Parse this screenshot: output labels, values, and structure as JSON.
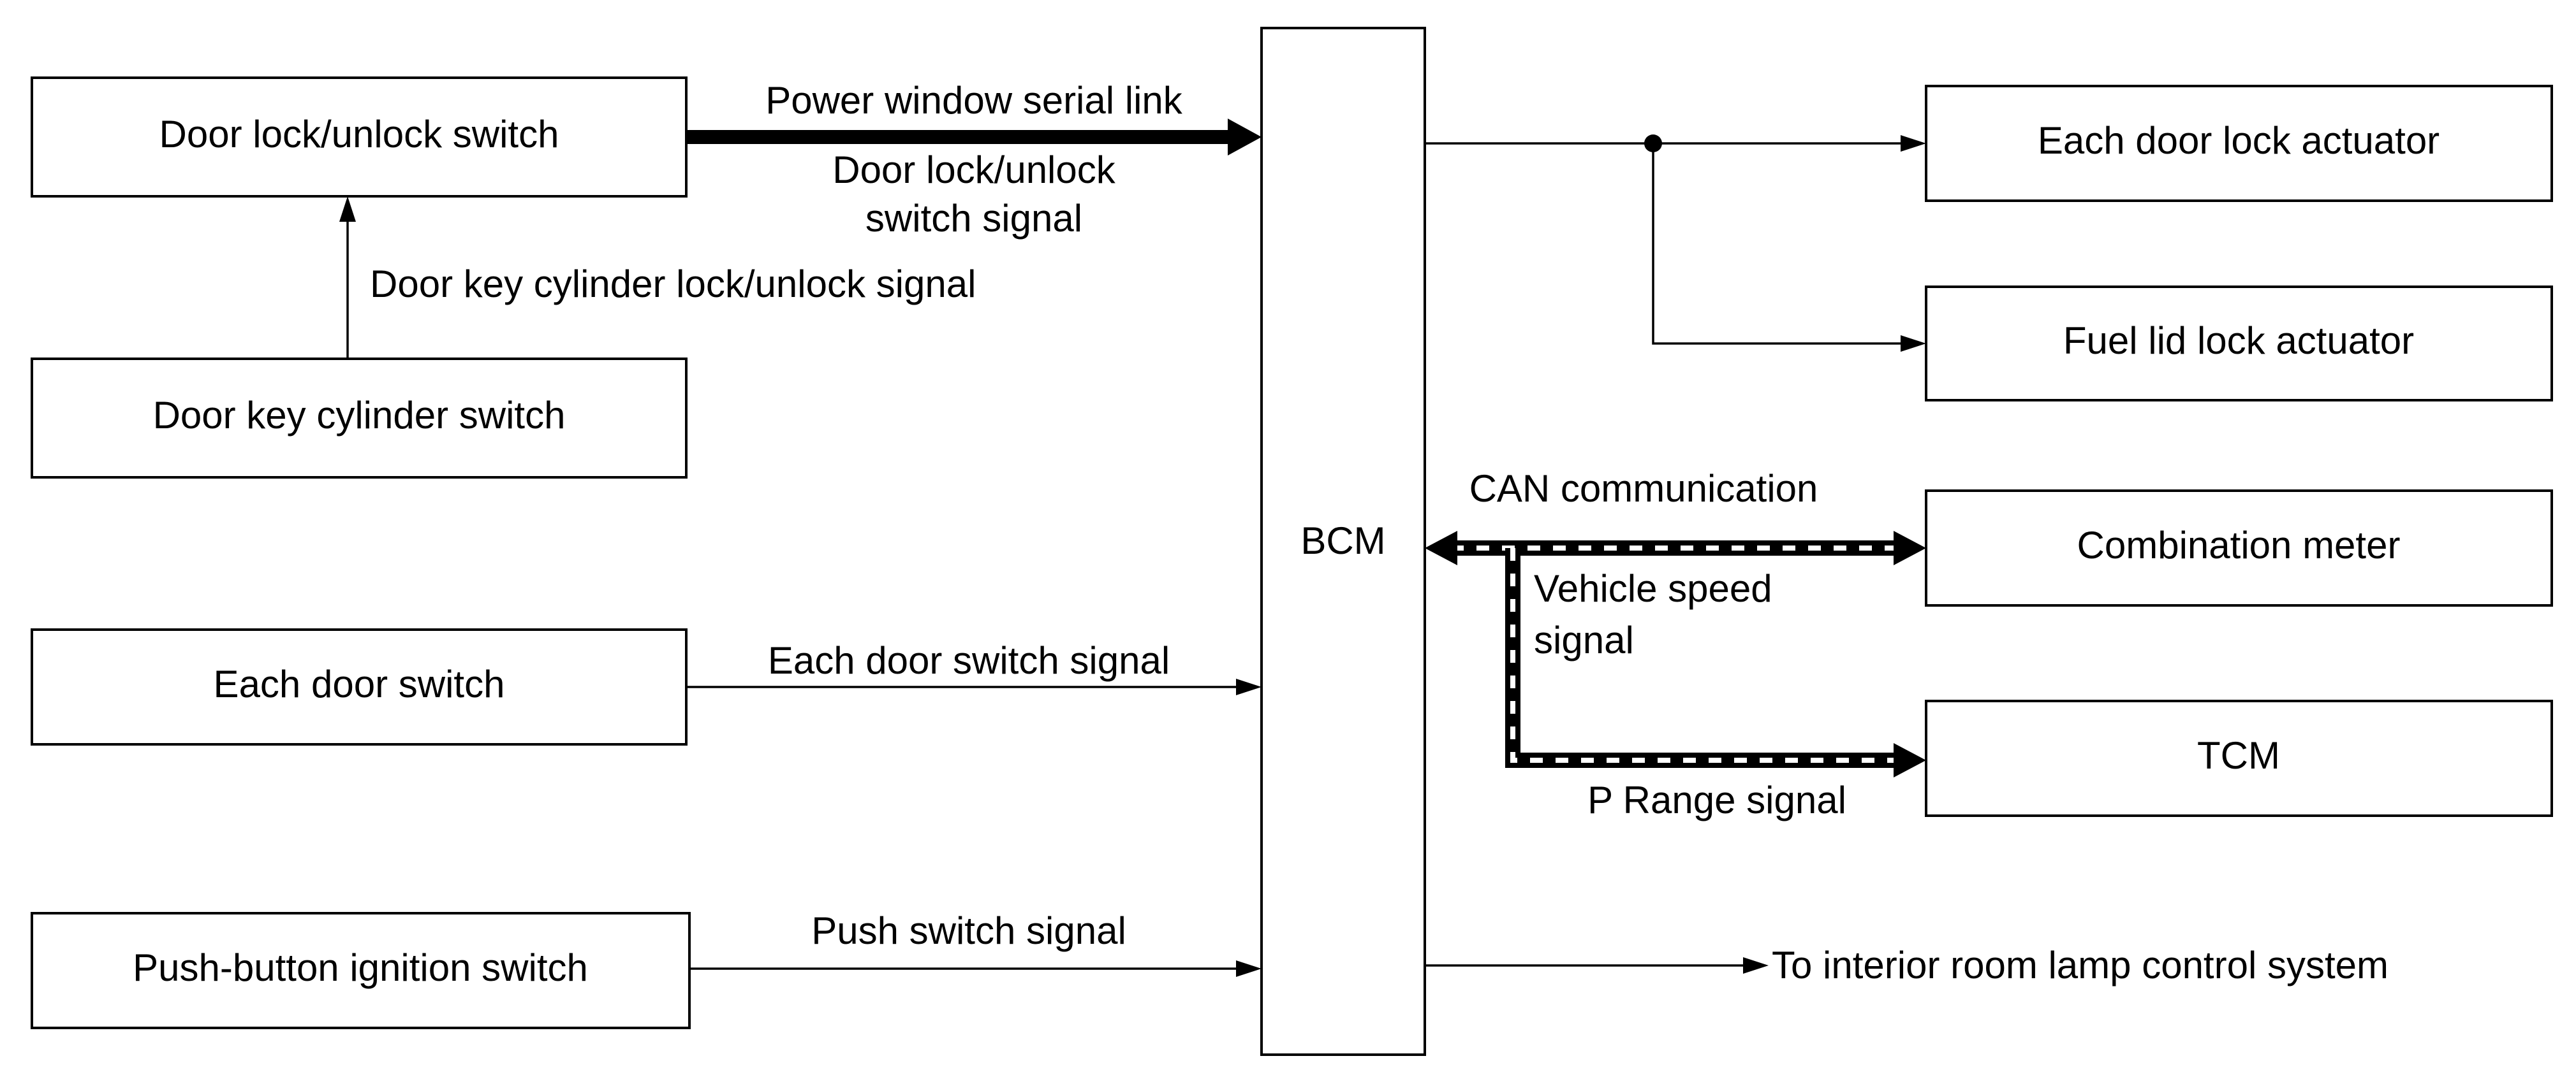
{
  "colors": {
    "line": "#000000",
    "background": "#ffffff"
  },
  "boxes": {
    "door_lock_unlock_switch": "Door lock/unlock switch",
    "door_key_cylinder_switch": "Door key cylinder switch",
    "each_door_switch": "Each door switch",
    "push_button_ignition_switch": "Push-button ignition switch",
    "bcm": "BCM",
    "each_door_lock_actuator": "Each door lock actuator",
    "fuel_lid_lock_actuator": "Fuel lid lock actuator",
    "combination_meter": "Combination meter",
    "tcm": "TCM"
  },
  "signals": {
    "power_window_serial_link": "Power window serial link",
    "door_lock_unlock_switch_signal_line1": "Door lock/unlock",
    "door_lock_unlock_switch_signal_line2": "switch signal",
    "door_key_cylinder_signal": "Door key cylinder lock/unlock signal",
    "each_door_switch_signal": "Each door switch signal",
    "push_switch_signal": "Push switch signal",
    "can_communication": "CAN communication",
    "vehicle_speed_signal_line1": "Vehicle speed",
    "vehicle_speed_signal_line2": "signal",
    "p_range_signal": "P Range signal",
    "to_interior_room_lamp": "To interior room lamp control system"
  }
}
